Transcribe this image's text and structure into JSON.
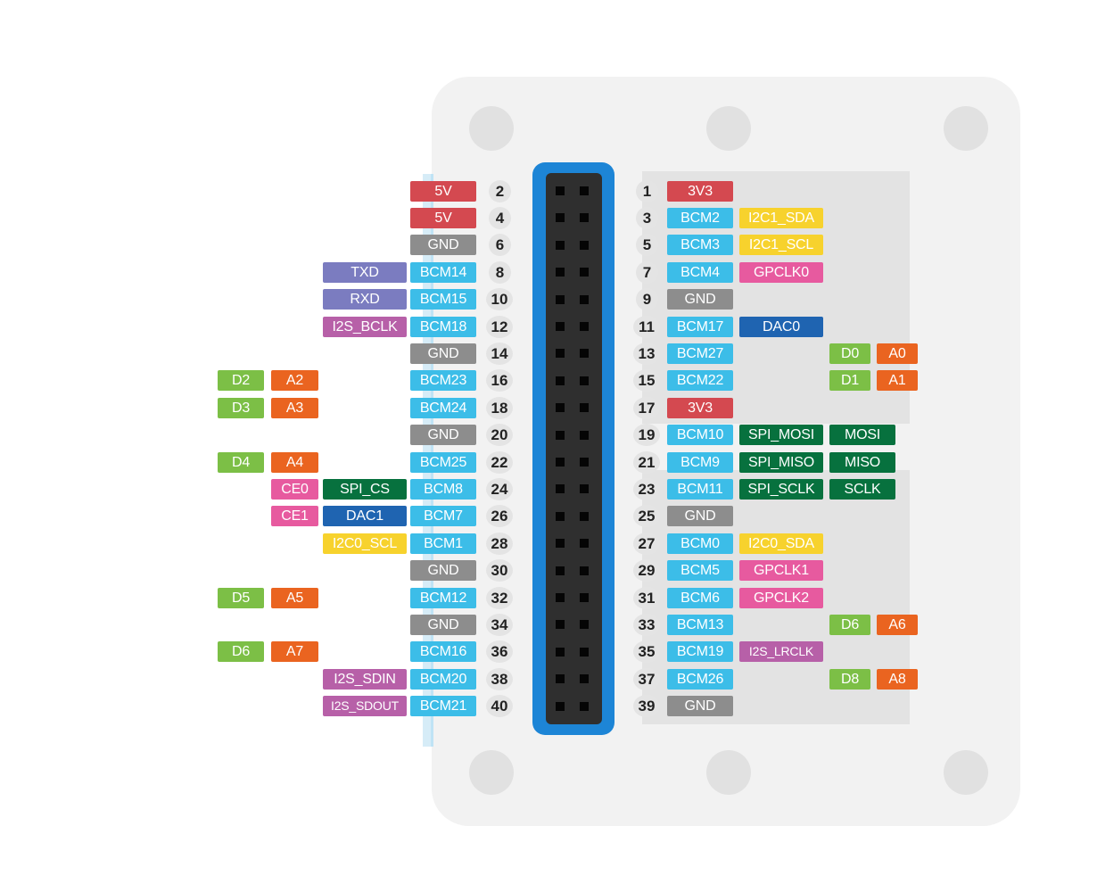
{
  "colors": {
    "power5v": "#d44950",
    "power3v3": "#d44950",
    "ground": "#8d8d8d",
    "bcm": "#3cbde8",
    "uart": "#7b7cc0",
    "i2s": "#b760a8",
    "i2c": "#f7d22d",
    "gpclk": "#e75a9f",
    "dac": "#1f64b1",
    "spi": "#07713e",
    "digital": "#7cbf46",
    "analog": "#ea6420",
    "chipselect": "#e75a9f"
  },
  "pins": [
    {
      "num": "1",
      "side": "right",
      "labels": [
        {
          "text": "3V3",
          "kind": "power3v3"
        }
      ]
    },
    {
      "num": "2",
      "side": "left",
      "labels": [
        {
          "text": "5V",
          "kind": "power5v"
        }
      ]
    },
    {
      "num": "3",
      "side": "right",
      "labels": [
        {
          "text": "BCM2",
          "kind": "bcm"
        },
        {
          "text": "I2C1_SDA",
          "kind": "i2c"
        }
      ]
    },
    {
      "num": "4",
      "side": "left",
      "labels": [
        {
          "text": "5V",
          "kind": "power5v"
        }
      ]
    },
    {
      "num": "5",
      "side": "right",
      "labels": [
        {
          "text": "BCM3",
          "kind": "bcm"
        },
        {
          "text": "I2C1_SCL",
          "kind": "i2c"
        }
      ]
    },
    {
      "num": "6",
      "side": "left",
      "labels": [
        {
          "text": "GND",
          "kind": "ground"
        }
      ]
    },
    {
      "num": "7",
      "side": "right",
      "labels": [
        {
          "text": "BCM4",
          "kind": "bcm"
        },
        {
          "text": "GPCLK0",
          "kind": "gpclk"
        }
      ]
    },
    {
      "num": "8",
      "side": "left",
      "labels": [
        {
          "text": "BCM14",
          "kind": "bcm"
        },
        {
          "text": "TXD",
          "kind": "uart"
        }
      ]
    },
    {
      "num": "9",
      "side": "right",
      "labels": [
        {
          "text": "GND",
          "kind": "ground"
        }
      ]
    },
    {
      "num": "10",
      "side": "left",
      "labels": [
        {
          "text": "BCM15",
          "kind": "bcm"
        },
        {
          "text": "RXD",
          "kind": "uart"
        }
      ]
    },
    {
      "num": "11",
      "side": "right",
      "labels": [
        {
          "text": "BCM17",
          "kind": "bcm"
        },
        {
          "text": "DAC0",
          "kind": "dac"
        }
      ]
    },
    {
      "num": "12",
      "side": "left",
      "labels": [
        {
          "text": "BCM18",
          "kind": "bcm"
        },
        {
          "text": "I2S_BCLK",
          "kind": "i2s"
        }
      ]
    },
    {
      "num": "13",
      "side": "right",
      "labels": [
        {
          "text": "BCM27",
          "kind": "bcm"
        },
        {
          "text": "D0",
          "kind": "digital"
        },
        {
          "text": "A0",
          "kind": "analog"
        }
      ]
    },
    {
      "num": "14",
      "side": "left",
      "labels": [
        {
          "text": "GND",
          "kind": "ground"
        }
      ]
    },
    {
      "num": "15",
      "side": "right",
      "labels": [
        {
          "text": "BCM22",
          "kind": "bcm"
        },
        {
          "text": "D1",
          "kind": "digital"
        },
        {
          "text": "A1",
          "kind": "analog"
        }
      ]
    },
    {
      "num": "16",
      "side": "left",
      "labels": [
        {
          "text": "BCM23",
          "kind": "bcm"
        },
        {
          "text": "A2",
          "kind": "analog"
        },
        {
          "text": "D2",
          "kind": "digital"
        }
      ]
    },
    {
      "num": "17",
      "side": "right",
      "labels": [
        {
          "text": "3V3",
          "kind": "power3v3"
        }
      ]
    },
    {
      "num": "18",
      "side": "left",
      "labels": [
        {
          "text": "BCM24",
          "kind": "bcm"
        },
        {
          "text": "A3",
          "kind": "analog"
        },
        {
          "text": "D3",
          "kind": "digital"
        }
      ]
    },
    {
      "num": "19",
      "side": "right",
      "labels": [
        {
          "text": "BCM10",
          "kind": "bcm"
        },
        {
          "text": "SPI_MOSI",
          "kind": "spi"
        },
        {
          "text": "MOSI",
          "kind": "spi"
        }
      ]
    },
    {
      "num": "20",
      "side": "left",
      "labels": [
        {
          "text": "GND",
          "kind": "ground"
        }
      ]
    },
    {
      "num": "21",
      "side": "right",
      "labels": [
        {
          "text": "BCM9",
          "kind": "bcm"
        },
        {
          "text": "SPI_MISO",
          "kind": "spi"
        },
        {
          "text": "MISO",
          "kind": "spi"
        }
      ]
    },
    {
      "num": "22",
      "side": "left",
      "labels": [
        {
          "text": "BCM25",
          "kind": "bcm"
        },
        {
          "text": "A4",
          "kind": "analog"
        },
        {
          "text": "D4",
          "kind": "digital"
        }
      ]
    },
    {
      "num": "23",
      "side": "right",
      "labels": [
        {
          "text": "BCM11",
          "kind": "bcm"
        },
        {
          "text": "SPI_SCLK",
          "kind": "spi"
        },
        {
          "text": "SCLK",
          "kind": "spi"
        }
      ]
    },
    {
      "num": "24",
      "side": "left",
      "labels": [
        {
          "text": "BCM8",
          "kind": "bcm"
        },
        {
          "text": "SPI_CS",
          "kind": "spi"
        },
        {
          "text": "CE0",
          "kind": "chipselect"
        }
      ]
    },
    {
      "num": "25",
      "side": "right",
      "labels": [
        {
          "text": "GND",
          "kind": "ground"
        }
      ]
    },
    {
      "num": "26",
      "side": "left",
      "labels": [
        {
          "text": "BCM7",
          "kind": "bcm"
        },
        {
          "text": "DAC1",
          "kind": "dac"
        },
        {
          "text": "CE1",
          "kind": "chipselect"
        }
      ]
    },
    {
      "num": "27",
      "side": "right",
      "labels": [
        {
          "text": "BCM0",
          "kind": "bcm"
        },
        {
          "text": "I2C0_SDA",
          "kind": "i2c"
        }
      ]
    },
    {
      "num": "28",
      "side": "left",
      "labels": [
        {
          "text": "BCM1",
          "kind": "bcm"
        },
        {
          "text": "I2C0_SCL",
          "kind": "i2c"
        }
      ]
    },
    {
      "num": "29",
      "side": "right",
      "labels": [
        {
          "text": "BCM5",
          "kind": "bcm"
        },
        {
          "text": "GPCLK1",
          "kind": "gpclk"
        }
      ]
    },
    {
      "num": "30",
      "side": "left",
      "labels": [
        {
          "text": "GND",
          "kind": "ground"
        }
      ]
    },
    {
      "num": "31",
      "side": "right",
      "labels": [
        {
          "text": "BCM6",
          "kind": "bcm"
        },
        {
          "text": "GPCLK2",
          "kind": "gpclk"
        }
      ]
    },
    {
      "num": "32",
      "side": "left",
      "labels": [
        {
          "text": "BCM12",
          "kind": "bcm"
        },
        {
          "text": "A5",
          "kind": "analog"
        },
        {
          "text": "D5",
          "kind": "digital"
        }
      ]
    },
    {
      "num": "33",
      "side": "right",
      "labels": [
        {
          "text": "BCM13",
          "kind": "bcm"
        },
        {
          "text": "D6",
          "kind": "digital"
        },
        {
          "text": "A6",
          "kind": "analog"
        }
      ]
    },
    {
      "num": "34",
      "side": "left",
      "labels": [
        {
          "text": "GND",
          "kind": "ground"
        }
      ]
    },
    {
      "num": "35",
      "side": "right",
      "labels": [
        {
          "text": "BCM19",
          "kind": "bcm"
        },
        {
          "text": "I2S_LRCLK",
          "kind": "i2s"
        }
      ]
    },
    {
      "num": "36",
      "side": "left",
      "labels": [
        {
          "text": "BCM16",
          "kind": "bcm"
        },
        {
          "text": "A7",
          "kind": "analog"
        },
        {
          "text": "D6",
          "kind": "digital"
        }
      ]
    },
    {
      "num": "37",
      "side": "right",
      "labels": [
        {
          "text": "BCM26",
          "kind": "bcm"
        },
        {
          "text": "D8",
          "kind": "digital"
        },
        {
          "text": "A8",
          "kind": "analog"
        }
      ]
    },
    {
      "num": "38",
      "side": "left",
      "labels": [
        {
          "text": "BCM20",
          "kind": "bcm"
        },
        {
          "text": "I2S_SDIN",
          "kind": "i2s"
        }
      ]
    },
    {
      "num": "39",
      "side": "right",
      "labels": [
        {
          "text": "GND",
          "kind": "ground"
        }
      ]
    },
    {
      "num": "40",
      "side": "left",
      "labels": [
        {
          "text": "BCM21",
          "kind": "bcm"
        },
        {
          "text": "I2S_SDOUT",
          "kind": "i2s"
        }
      ]
    }
  ]
}
